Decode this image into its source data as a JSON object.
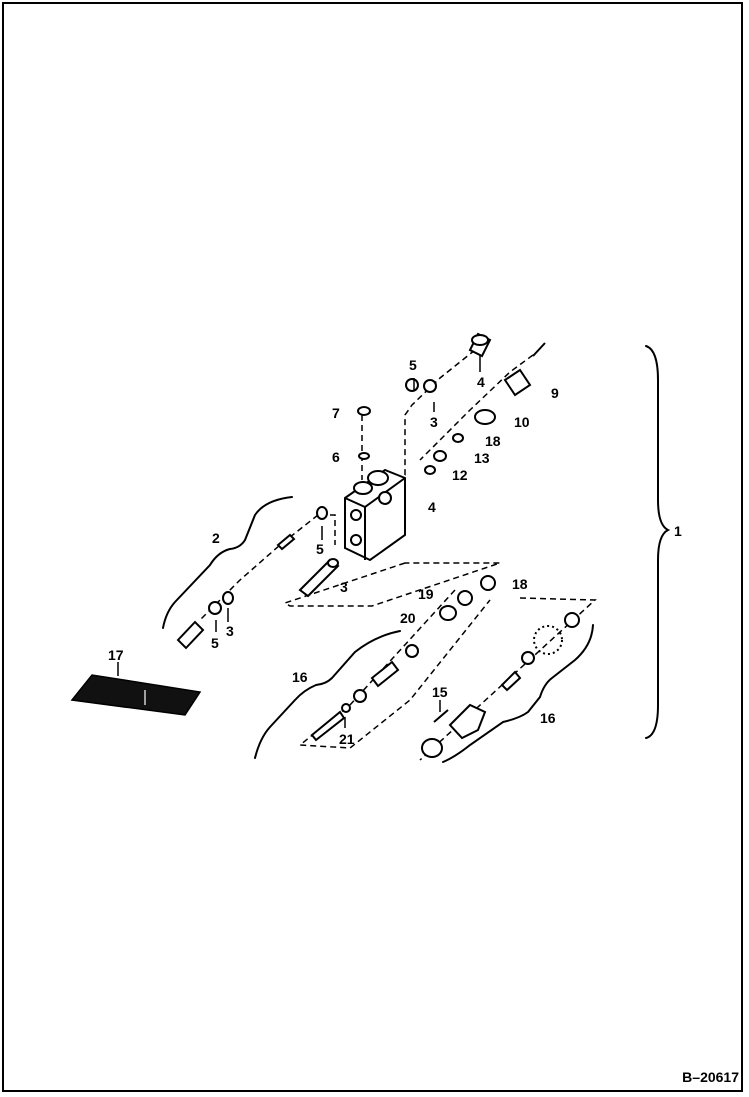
{
  "callouts": {
    "c1": "1",
    "c2": "2",
    "c3a": "3",
    "c3b": "3",
    "c3c": "3",
    "c4a": "4",
    "c4b": "4",
    "c5a": "5",
    "c5b": "5",
    "c5c": "5",
    "c6": "6",
    "c7": "7",
    "c9": "9",
    "c10": "10",
    "c12": "12",
    "c13": "13",
    "c15": "15",
    "c16a": "16",
    "c16b": "16",
    "c17": "17",
    "c18a": "18",
    "c18b": "18",
    "c19": "19",
    "c20": "20",
    "c21": "21"
  },
  "figure_ref": "B–20617"
}
